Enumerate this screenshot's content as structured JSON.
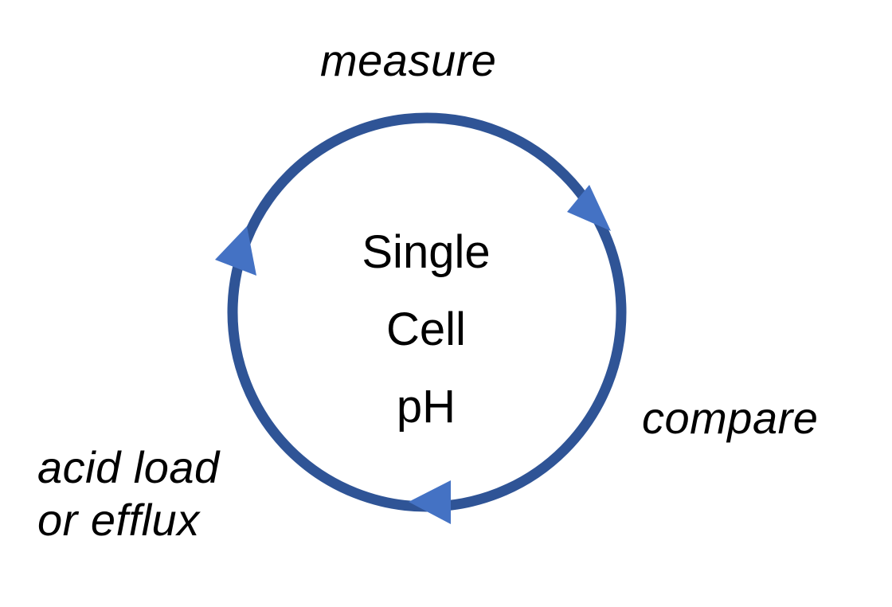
{
  "diagram": {
    "center": {
      "lines": [
        "Single",
        "Cell",
        "pH"
      ]
    },
    "steps": {
      "measure": "measure",
      "compare": "compare",
      "acid_line1": "acid load",
      "acid_line2": "or efflux"
    },
    "colors": {
      "cycle_stroke": "#2f5496",
      "arrow_fill": "#4472c4",
      "text": "#000000"
    },
    "cycle_direction": "clockwise"
  }
}
